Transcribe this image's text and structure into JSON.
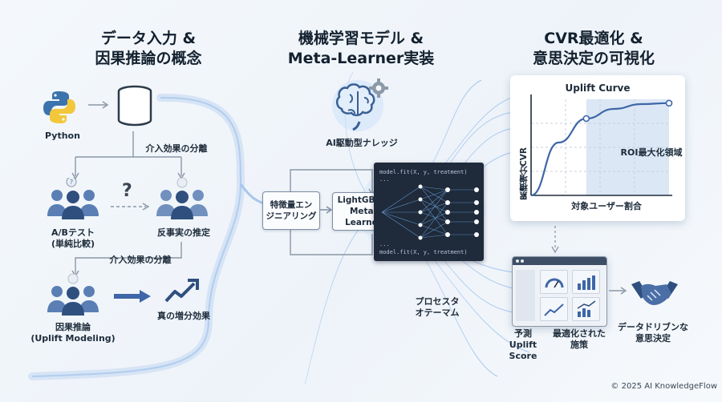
{
  "columns": {
    "left_title_line1": "データ入力 &",
    "left_title_line2": "因果推論の概念",
    "mid_title_line1": "機械学習モデル &",
    "mid_title_line2": "Meta-Learner実装",
    "right_title_line1": "CVR最適化 &",
    "right_title_line2": "意思決定の可視化"
  },
  "left": {
    "python_label": "Python",
    "split_label_1": "介入効果の分離",
    "question_mark": "?",
    "ab_test_line1": "A/Bテスト",
    "ab_test_line2": "(単純比較)",
    "counterfactual_label": "反事実の推定",
    "split_label_2": "介入効果の分離",
    "causal_line1": "因果推論",
    "causal_line2": "(Uplift Modeling)",
    "true_uplift_label": "真の増分効果"
  },
  "middle": {
    "ai_knowledge_label": "AI駆動型ナレッジ",
    "feature_eng_line1": "特徴量エン",
    "feature_eng_line2": "ジニアリング",
    "model_line1": "LightGBM /",
    "model_line2": "Meta-Learner",
    "code_top_line1": "model.fit(X, y, treatment)",
    "code_top_line2": "...",
    "code_bottom_line1": "...",
    "code_bottom_line2": "model.fit(X, y, treatment)",
    "process_line1": "プロセスタ",
    "process_line2": "オテーマム"
  },
  "right": {
    "chart_title": "Uplift Curve",
    "chart_ylabel": "累積増分CVR",
    "chart_xlabel": "対象ユーザー割合",
    "roi_label": "ROI最大化領域",
    "score_line1": "予測Uplift",
    "score_line2": "Score",
    "policy_line1": "最適化された",
    "policy_line2": "施策",
    "decision_line1": "データドリブンな",
    "decision_line2": "意思決定"
  },
  "chart_data": {
    "type": "line",
    "title": "Uplift Curve",
    "xlabel": "対象ユーザー割合",
    "ylabel": "累積増分CVR",
    "series": [
      {
        "x": [
          0,
          0.2,
          0.4,
          0.6,
          0.8,
          1.0
        ],
        "y": [
          0,
          0.55,
          0.8,
          0.9,
          0.95,
          0.96
        ]
      }
    ],
    "markers": [
      {
        "x": 0.4,
        "y": 0.8
      },
      {
        "x": 1.0,
        "y": 0.96
      }
    ],
    "highlighted_region": {
      "x_from": 0.4,
      "x_to": 1.0,
      "label": "ROI最大化領域"
    },
    "grid": true
  },
  "colors": {
    "accent_blue": "#4a78b8",
    "people_blue": "#5b7fb4",
    "code_bg": "#1f2a3a",
    "glow": "#9cc4f0"
  },
  "footer": {
    "copyright": "© 2025 AI KnowledgeFlow"
  }
}
